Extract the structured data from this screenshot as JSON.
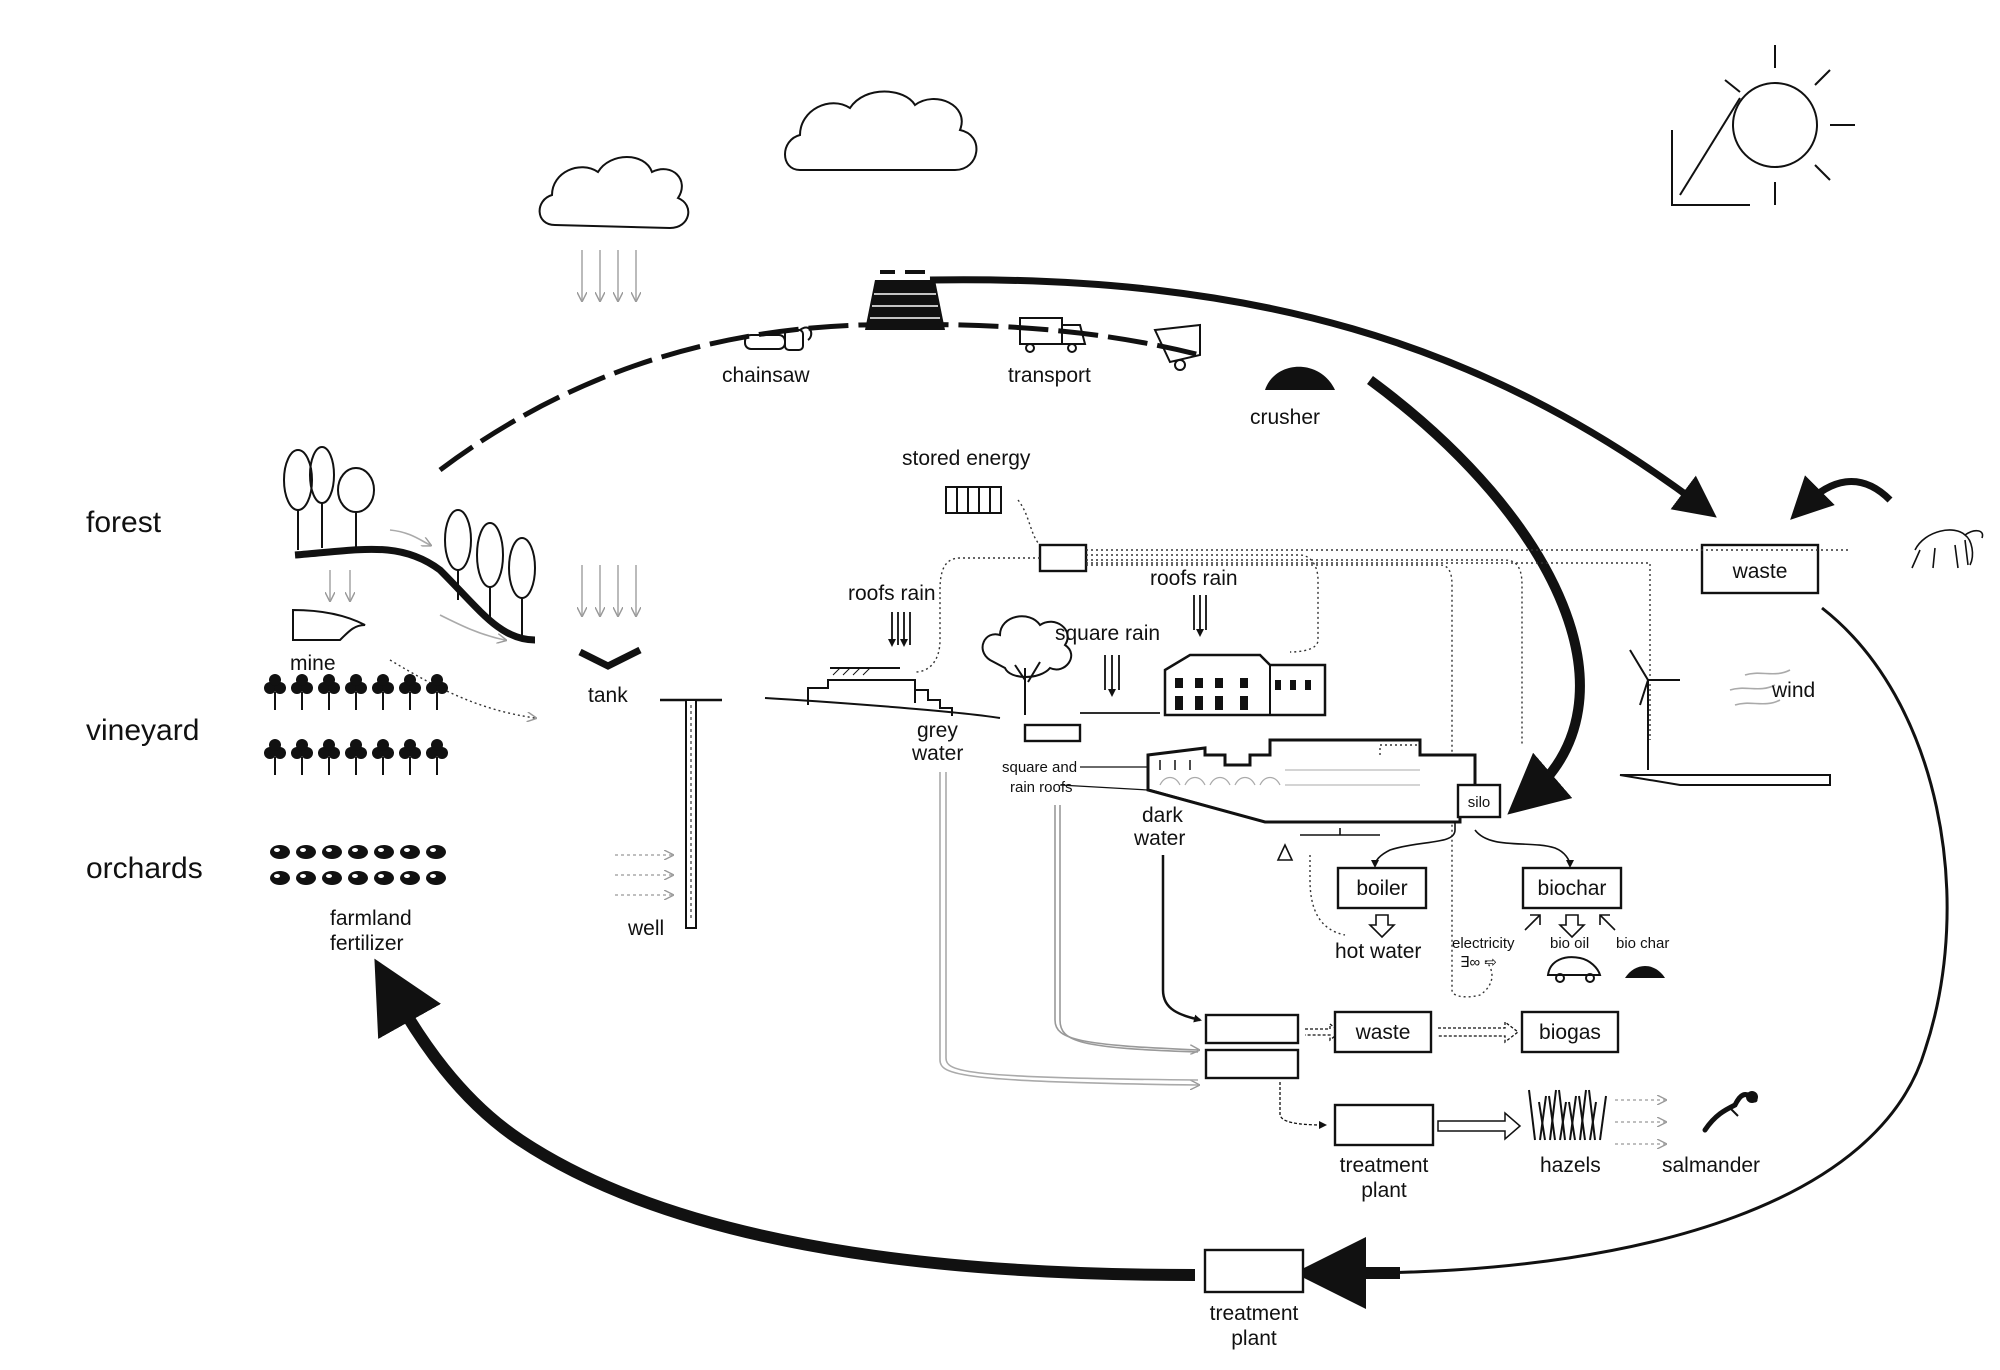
{
  "zones": {
    "forest": "forest",
    "vineyard": "vineyard",
    "orchards": "orchards"
  },
  "labels": {
    "mine": "mine",
    "tank": "tank",
    "well": "well",
    "farmland": "farmland",
    "fertilizer": "fertilizer",
    "chainsaw": "chainsaw",
    "transport": "transport",
    "crusher": "crusher",
    "stored_energy": "stored energy",
    "roofs_rain_left": "roofs rain",
    "roofs_rain_right": "roofs rain",
    "square_rain": "square rain",
    "grey": "grey",
    "water_grey": "water",
    "square_and": "square and",
    "rain_roofs": "rain roofs",
    "dark": "dark",
    "water_dark": "water",
    "wind": "wind",
    "hot_water": "hot water",
    "electricity": "electricity",
    "bio_oil": "bio oil",
    "bio_char": "bio char",
    "treatment_1": "treatment",
    "plant_1": "plant",
    "treatment_2": "treatment",
    "plant_2": "plant",
    "hazels": "hazels",
    "salmander": "salmander",
    "electricity_symbol": "∃∞ ⇨"
  },
  "boxes": {
    "waste_top": "waste",
    "silo": "silo",
    "boiler": "boiler",
    "biochar": "biochar",
    "waste_mid": "waste",
    "biogas": "biogas"
  },
  "icons": [
    "sun-icon",
    "cloud-icon",
    "rain-icon",
    "chainsaw-icon",
    "log-pile-icon",
    "truck-icon",
    "crusher-icon",
    "woodchip-pile-icon",
    "horse-icon",
    "tree-icon",
    "vine-icon",
    "orchard-bush-icon",
    "wind-turbine-icon",
    "battery-icon",
    "car-icon",
    "salamander-icon",
    "hazel-icon",
    "building-icon"
  ]
}
